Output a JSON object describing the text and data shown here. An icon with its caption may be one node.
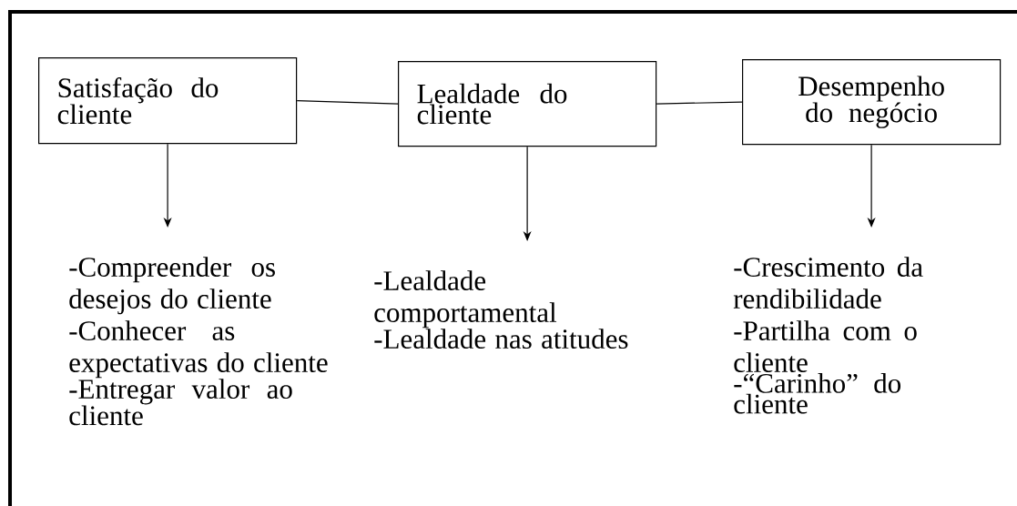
{
  "diagram": {
    "nodes": [
      {
        "text": [
          "Satisfação do cliente"
        ]
      },
      {
        "text": [
          "Lealdade do cliente"
        ]
      },
      {
        "text": [
          "Desempenho do negócio"
        ]
      },
      {
        "text": [
          "-Compreender os desejos do cliente",
          "-Conhecer as expectativas do cliente",
          "-Entregar valor ao cliente"
        ]
      },
      {
        "text": [
          "-Lealdade comportamental",
          "-Lealdade nas atitudes"
        ]
      },
      {
        "text": [
          "-Crescimento da rendibilidade",
          "-Partilha com o cliente",
          "-“Carinho” do cliente"
        ]
      }
    ],
    "edges": [
      {
        "from": 0,
        "to": 1,
        "arrow": "none"
      },
      {
        "from": 1,
        "to": 2,
        "arrow": "none"
      },
      {
        "from": 0,
        "to": 3,
        "arrow": "to"
      },
      {
        "from": 1,
        "to": 4,
        "arrow": "to"
      },
      {
        "from": 2,
        "to": 5,
        "arrow": "to"
      }
    ]
  }
}
